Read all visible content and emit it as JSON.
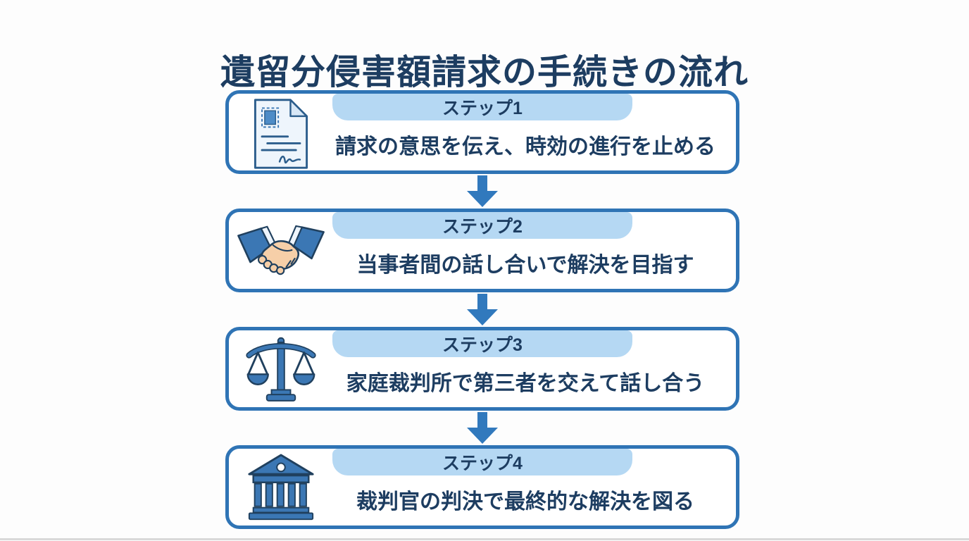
{
  "title": "遺留分侵害額請求の手続きの流れ",
  "colors": {
    "background": "#fdfdfd",
    "box_border": "#2f74b5",
    "banner_bg": "#b5d8f3",
    "text_dark": "#1d3d61",
    "arrow_blue": "#3179bd",
    "icon_blue": "#3b77b4",
    "icon_outline": "#20405e",
    "paper_light": "#eef5fc",
    "stamp_blue": "#4e8cc7",
    "skin": "#f6cfa8",
    "bottom_strip": "#d9d9d9"
  },
  "steps": [
    {
      "label": "ステップ1",
      "description": "請求の意思を伝え、時効の進行を止める",
      "icon": "certified-mail-document-icon"
    },
    {
      "label": "ステップ2",
      "description": "当事者間の話し合いで解決を目指す",
      "icon": "handshake-icon"
    },
    {
      "label": "ステップ3",
      "description": "家庭裁判所で第三者を交えて話し合う",
      "icon": "scales-of-justice-icon"
    },
    {
      "label": "ステップ4",
      "description": "裁判官の判決で最終的な解決を図る",
      "icon": "courthouse-icon"
    }
  ],
  "connector": {
    "glyph": "down-block-arrow"
  }
}
